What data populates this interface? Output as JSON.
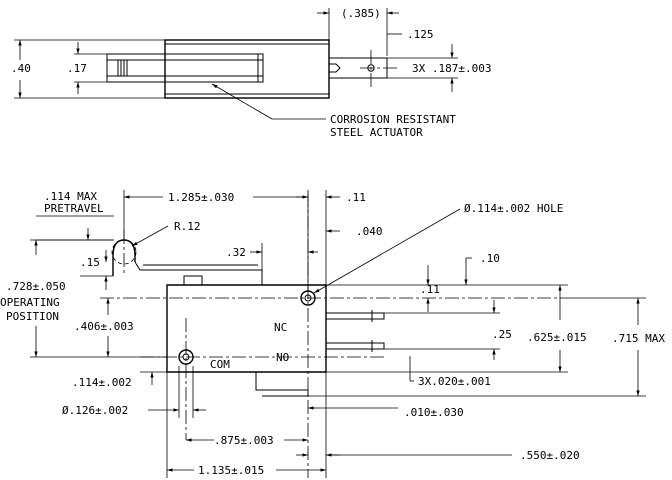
{
  "top_view": {
    "dim_385": "(.385)",
    "dim_125": ".125",
    "dim_40": ".40",
    "dim_17": ".17",
    "terminal_note": "3X .187±.003",
    "callout_line1": "CORROSION RESISTANT",
    "callout_line2": "STEEL ACTUATOR"
  },
  "front_view": {
    "pretravel_line1": ".114 MAX",
    "pretravel_line2": "PRETRAVEL",
    "dim_1285": "1.285±.030",
    "dim_11_top": ".11",
    "hole_note": "Ø.114±.002 HOLE",
    "radius": "R.12",
    "dim_040": ".040",
    "dim_32": ".32",
    "dim_15": ".15",
    "dim_10": ".10",
    "dim_11_mid": ".11",
    "op_pos_line1": ".728±.050",
    "op_pos_line2": "OPERATING",
    "op_pos_line3": "POSITION",
    "dim_406": ".406±.003",
    "dim_25": ".25",
    "dim_625": ".625±.015",
    "dim_715": ".715 MAX",
    "terminal_width": "3X.020±.001",
    "dim_114": ".114±.002",
    "dim_126": "Ø.126±.002",
    "dim_010": ".010±.030",
    "dim_875": ".875±.003",
    "dim_550": ".550±.020",
    "dim_1135": "1.135±.015",
    "label_nc": "NC",
    "label_no": "NO",
    "label_com": "COM"
  }
}
